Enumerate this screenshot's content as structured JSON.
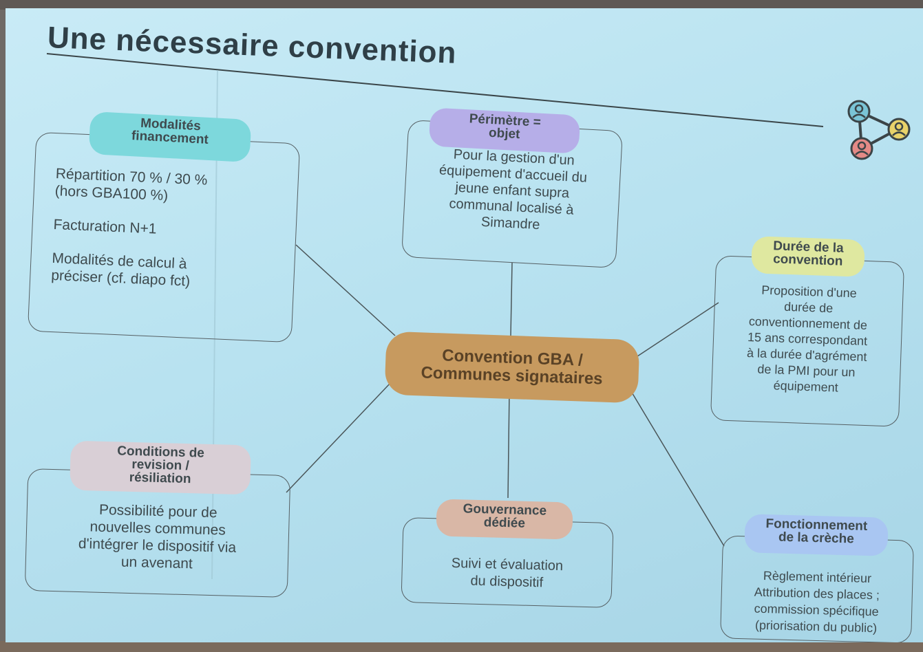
{
  "title": "Une nécessaire convention",
  "center": {
    "line1": "Convention GBA /",
    "line2": "Communes signataires"
  },
  "nodes": {
    "financement": {
      "heading": [
        "Modalités",
        "financement"
      ],
      "body": [
        "Répartition 70 % / 30 %",
        "(hors GBA100 %)",
        "Facturation N+1",
        "Modalités de calcul à",
        "préciser (cf. diapo fct)"
      ]
    },
    "perimetre": {
      "heading": [
        "Périmètre =",
        "objet"
      ],
      "body": [
        "Pour la gestion d'un",
        "équipement d'accueil du",
        "jeune enfant supra",
        "communal localisé à",
        "Simandre"
      ]
    },
    "duree": {
      "heading": [
        "Durée de la",
        "convention"
      ],
      "body": [
        "Proposition d'une",
        "durée de",
        "conventionnement de",
        "15 ans correspondant",
        "à la durée d'agrément",
        "de la PMI pour un",
        "équipement"
      ]
    },
    "revision": {
      "heading": [
        "Conditions de",
        "revision /",
        "résiliation"
      ],
      "body": [
        "Possibilité pour de",
        "nouvelles communes",
        "d'intégrer le dispositif via",
        "un avenant"
      ]
    },
    "gouvernance": {
      "heading": [
        "Gouvernance",
        "dédiée"
      ],
      "body": [
        "Suivi et évaluation",
        "du dispositif"
      ]
    },
    "fonctionnement": {
      "heading": [
        "Fonctionnement",
        "de la crèche"
      ],
      "body": [
        "Règlement intérieur",
        "Attribution des places ;",
        "commission spécifique",
        "(priorisation du public)"
      ]
    }
  },
  "colors": {
    "financement": "#7dd8dc",
    "perimetre": "#b6aee8",
    "duree": "#dfe8a0",
    "revision": "#d9cfd6",
    "gouvernance": "#d9b7a6",
    "fonctionnement": "#a9c6f2",
    "center": "#c79a5f"
  },
  "icons": [
    "network-people-icon"
  ]
}
